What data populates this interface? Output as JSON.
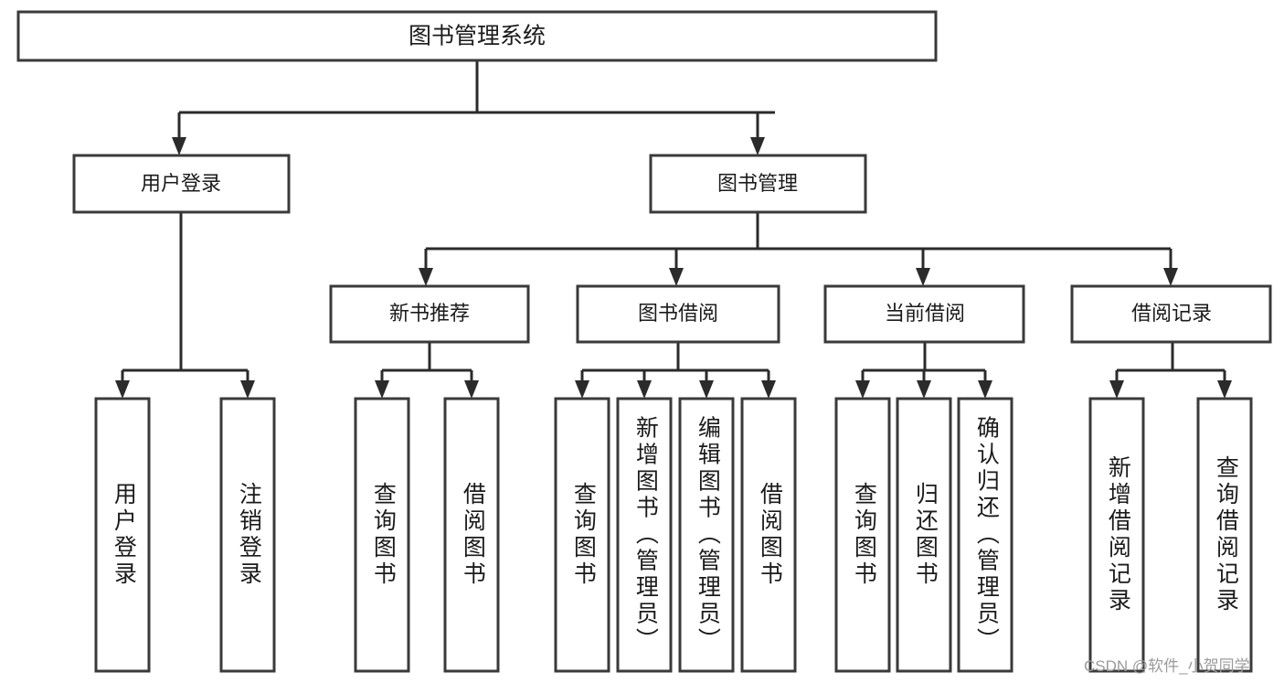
{
  "diagram": {
    "title": "图书管理系统",
    "type": "tree",
    "watermark": "CSDN @软件_小贺同学",
    "colors": {
      "background": "#ffffff",
      "box_stroke": "#3a3a3a",
      "edge": "#2b2b2b",
      "text": "#1b1b1b",
      "watermark": "#9b9b9b"
    },
    "root": {
      "label": "图书管理系统"
    },
    "level2": [
      {
        "label": "用户登录"
      },
      {
        "label": "图书管理"
      }
    ],
    "level3": [
      {
        "label": "新书推荐"
      },
      {
        "label": "图书借阅"
      },
      {
        "label": "当前借阅"
      },
      {
        "label": "借阅记录"
      }
    ],
    "leaves": {
      "user_login": [
        {
          "label": "用户登录"
        },
        {
          "label": "注销登录"
        }
      ],
      "new_book_recommend": [
        {
          "label": "查询图书"
        },
        {
          "label": "借阅图书"
        }
      ],
      "book_borrow": [
        {
          "label": "查询图书"
        },
        {
          "label": "新增图书（管理员）"
        },
        {
          "label": "编辑图书（管理员）"
        },
        {
          "label": "借阅图书"
        }
      ],
      "current_borrow": [
        {
          "label": "查询图书"
        },
        {
          "label": "归还图书"
        },
        {
          "label": "确认归还（管理员）"
        }
      ],
      "borrow_records": [
        {
          "label": "新增借阅记录"
        },
        {
          "label": "查询借阅记录"
        }
      ]
    }
  }
}
